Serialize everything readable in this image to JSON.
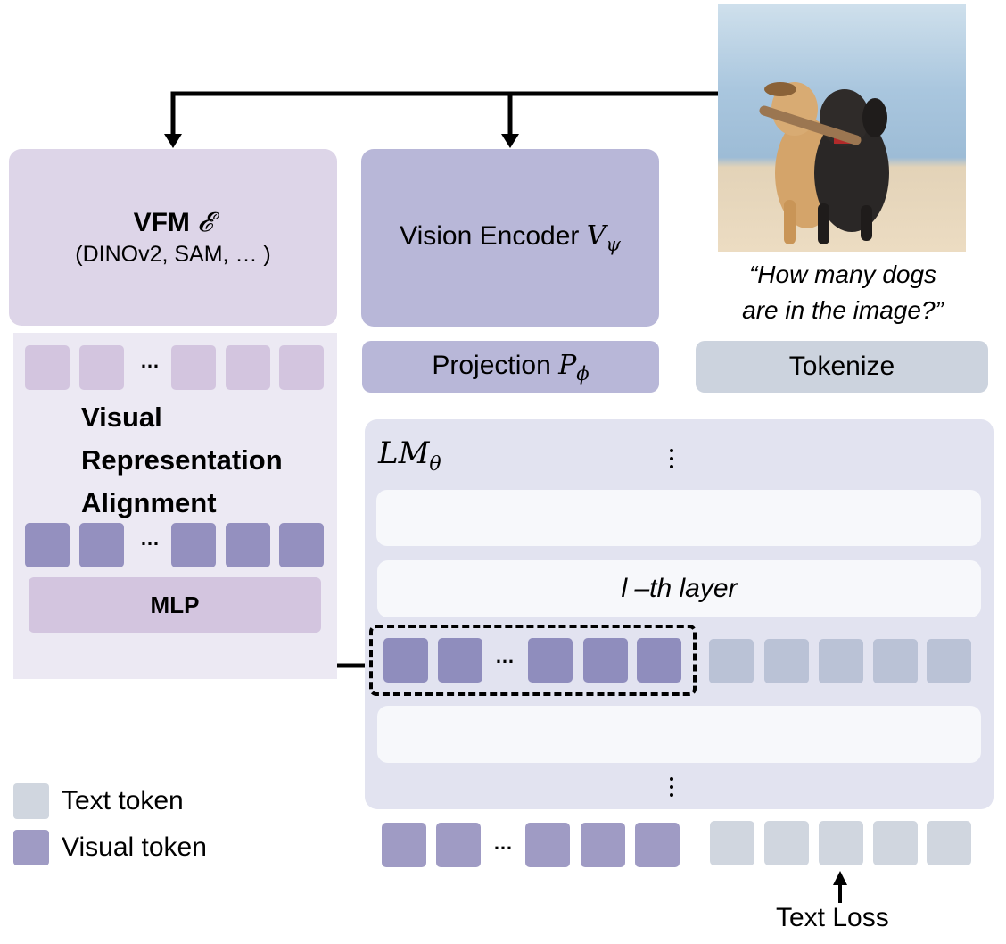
{
  "colors": {
    "vfm_box": "#ddd5e8",
    "vfm_panel": "#ece9f3",
    "vfm_token": "#d3c5df",
    "visual_token": "#9490bf",
    "encoder_box": "#b8b7d8",
    "tokenize_box": "#ccd3de",
    "lm_box": "#e2e3f0",
    "layer_box": "#f7f8fb",
    "text_token": "#bac2d6",
    "text_token_out": "#d0d6df",
    "visual_token_out": "#9f9bc4"
  },
  "vfm": {
    "title": "VFM",
    "symbol": "𝓔",
    "subtitle": "(DINOv2, SAM, … )"
  },
  "encoder": {
    "label": "Vision Encoder",
    "symbol": "V",
    "subscript": "ψ"
  },
  "projection": {
    "label": "Projection",
    "symbol": "P",
    "subscript": "ϕ"
  },
  "tokenize": {
    "label": "Tokenize"
  },
  "input_image": {
    "description": "two dogs carrying a stick on a beach"
  },
  "question": {
    "line1": "“How many dogs",
    "line2": "are in the image?”"
  },
  "alignment": {
    "line1": "Visual",
    "line2": "Representation",
    "line3": "Alignment"
  },
  "mlp": {
    "label": "MLP"
  },
  "lm": {
    "symbol": "LM",
    "subscript": "θ",
    "layer_label": "l –th layer"
  },
  "ellipsis": "…",
  "legend": {
    "text_token": "Text token",
    "visual_token": "Visual token"
  },
  "loss": {
    "label": "Text Loss"
  }
}
